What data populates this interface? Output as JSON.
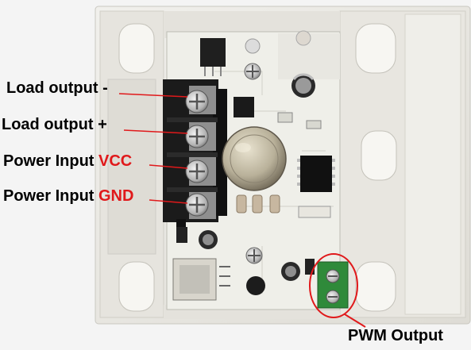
{
  "labels": {
    "load_neg": "Load output -",
    "load_pos": "Load output +",
    "vcc_prefix": "Power Input ",
    "vcc_hl": "VCC",
    "gnd_prefix": "Power Input ",
    "gnd_hl": "GND",
    "pwm": "PWM Output"
  },
  "colors": {
    "highlight": "#e0191b",
    "panel": "#e9e8e3",
    "pcb": "#efefe9",
    "terminal": "#1b1b1b",
    "green_terminal": "#2f8a3a",
    "leader_line": "#e0191b"
  },
  "icons": {
    "dimmer_knob": "potentiometer",
    "screw": "screw-head"
  }
}
